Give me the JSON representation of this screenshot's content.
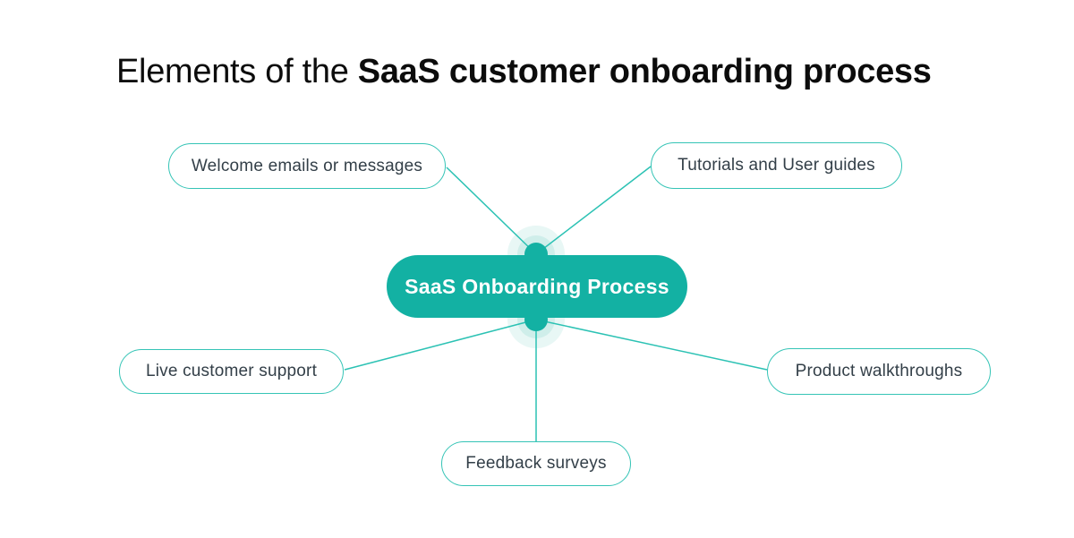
{
  "title": {
    "prefix": "Elements of the ",
    "bold": "SaaS customer onboarding process"
  },
  "center": {
    "label": "SaaS Onboarding Process"
  },
  "nodes": [
    {
      "id": "welcome-emails",
      "label": "Welcome emails or messages"
    },
    {
      "id": "tutorials-user-guides",
      "label": "Tutorials and User guides"
    },
    {
      "id": "live-customer-support",
      "label": "Live customer support"
    },
    {
      "id": "product-walkthroughs",
      "label": "Product walkthroughs"
    },
    {
      "id": "feedback-surveys",
      "label": "Feedback surveys"
    }
  ],
  "colors": {
    "teal": "#13b1a3",
    "line": "#2cc2b4",
    "border": "#35c4b6",
    "halo-inner": "#cfeeea",
    "halo-outer": "#e8f7f5",
    "node-text": "#333f48",
    "title-color": "#0c0c0c",
    "bg": "#ffffff"
  }
}
